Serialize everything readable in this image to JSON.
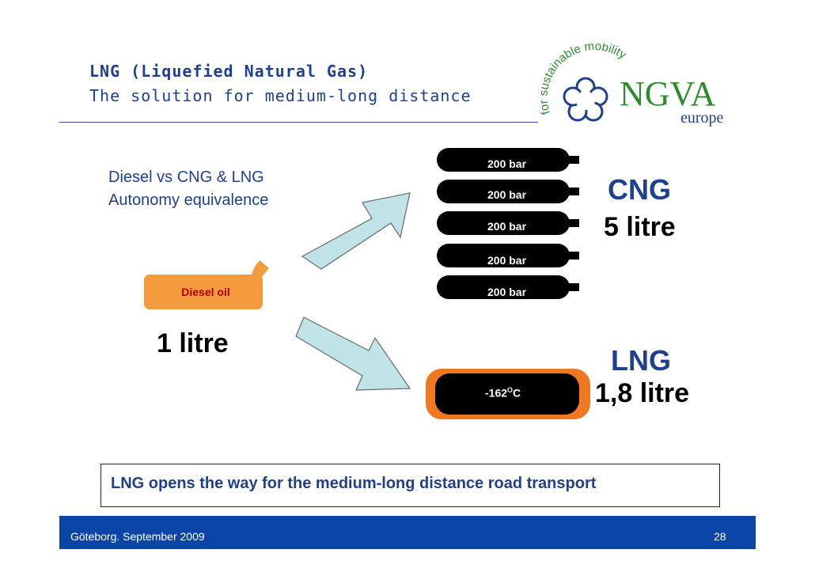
{
  "header": {
    "title_line1": "LNG (Liquefied Natural Gas)",
    "title_line2": "The solution for medium-long distance"
  },
  "logo": {
    "arc_text": "for sustainable mobility",
    "brand": "NGVA",
    "region": "europe"
  },
  "subtitle": {
    "line1": "Diesel vs CNG & LNG",
    "line2": "Autonomy equivalence"
  },
  "diesel": {
    "can_label": "Diesel oil",
    "volume": "1 litre"
  },
  "cng": {
    "cylinders": [
      "200 bar",
      "200 bar",
      "200 bar",
      "200 bar",
      "200 bar"
    ],
    "label": "CNG",
    "volume": "5 litre"
  },
  "lng": {
    "tank_temp": "-162",
    "tank_unit": "O",
    "tank_unit_suffix": "C",
    "label": "LNG",
    "volume": "1,8 litre"
  },
  "banner": {
    "text": "LNG opens the way for the medium-long distance road transport"
  },
  "footer": {
    "left": "Göteborg. September 2009",
    "page": "28"
  },
  "colors": {
    "title_blue": "#1f3f8f",
    "footer_blue": "#0b45a8",
    "can_orange": "#f39a3c",
    "lng_orange": "#f07820",
    "arrow_fill": "#bfe3e6",
    "logo_green": "#2e8b2e"
  }
}
